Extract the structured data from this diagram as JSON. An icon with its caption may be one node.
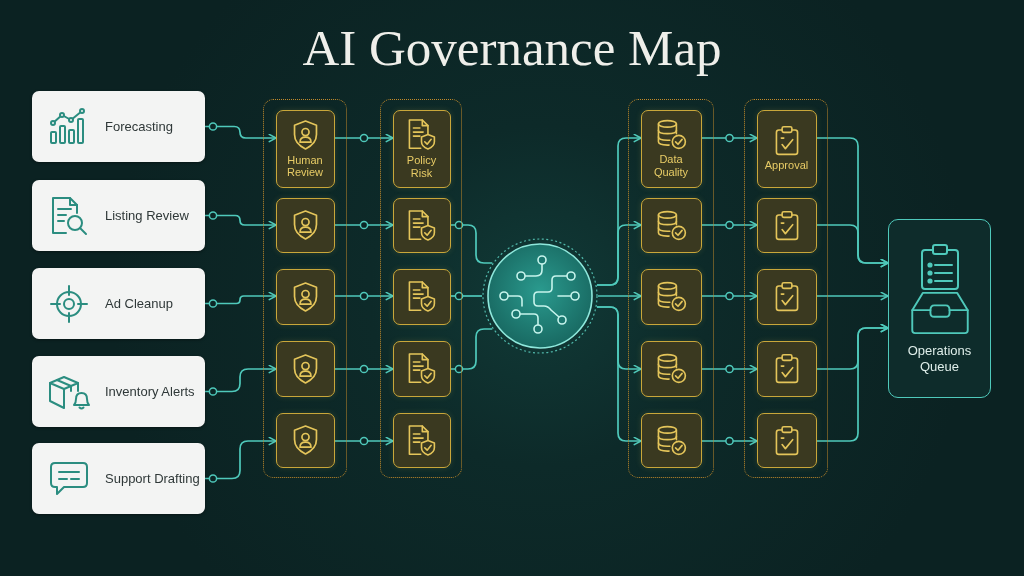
{
  "diagram": {
    "title": "AI Governance Map",
    "nodes": [
      {
        "text": [
          "Forecasting"
        ]
      },
      {
        "text": [
          "Listing Review"
        ]
      },
      {
        "text": [
          "Ad Cleanup"
        ]
      },
      {
        "text": [
          "Inventory Alerts"
        ]
      },
      {
        "text": [
          "Support Drafting"
        ]
      },
      {
        "text": [],
        "shape": "box"
      },
      {
        "text": [
          "Human Review"
        ],
        "in": 5
      },
      {
        "text": [],
        "shape": "box",
        "in": 5
      },
      {
        "text": [],
        "shape": "box",
        "in": 5
      },
      {
        "text": [],
        "shape": "box",
        "in": 5
      },
      {
        "text": [],
        "shape": "box",
        "in": 5
      },
      {
        "text": [],
        "shape": "box"
      },
      {
        "text": [
          "Policy Risk"
        ],
        "in": 11
      },
      {
        "text": [],
        "shape": "box",
        "in": 11
      },
      {
        "text": [],
        "shape": "box",
        "in": 11
      },
      {
        "text": [],
        "shape": "box",
        "in": 11
      },
      {
        "text": [],
        "shape": "box",
        "in": 11
      },
      {
        "text": [],
        "shape": "circle"
      },
      {
        "text": [],
        "shape": "box"
      },
      {
        "text": [
          "Data Quality"
        ],
        "in": 18
      },
      {
        "text": [],
        "shape": "box",
        "in": 18
      },
      {
        "text": [],
        "shape": "box",
        "in": 18
      },
      {
        "text": [],
        "shape": "box",
        "in": 18
      },
      {
        "text": [],
        "shape": "box",
        "in": 18
      },
      {
        "text": [],
        "shape": "box"
      },
      {
        "text": [
          "Approval"
        ],
        "in": 24
      },
      {
        "text": [],
        "shape": "box",
        "in": 24
      },
      {
        "text": [],
        "shape": "box",
        "in": 24
      },
      {
        "text": [],
        "shape": "box",
        "in": 24
      },
      {
        "text": [],
        "shape": "box",
        "in": 24
      },
      {
        "text": [
          "Operations Queue"
        ]
      }
    ],
    "edges": [
      {
        "from": 0,
        "to": 6,
        "arrow": "to"
      },
      {
        "from": 1,
        "to": 7,
        "arrow": "to"
      },
      {
        "from": 2,
        "to": 8,
        "arrow": "to"
      },
      {
        "from": 3,
        "to": 9,
        "arrow": "to"
      },
      {
        "from": 4,
        "to": 10,
        "arrow": "to"
      },
      {
        "from": 6,
        "to": 12,
        "arrow": "to"
      },
      {
        "from": 7,
        "to": 13,
        "arrow": "to"
      },
      {
        "from": 8,
        "to": 14,
        "arrow": "to"
      },
      {
        "from": 9,
        "to": 15,
        "arrow": "to"
      },
      {
        "from": 10,
        "to": 16,
        "arrow": "to"
      },
      {
        "from": 13,
        "to": 17,
        "arrow": "other"
      },
      {
        "from": 14,
        "to": 17,
        "arrow": "other"
      },
      {
        "from": 15,
        "to": 17,
        "arrow": "other"
      },
      {
        "from": 17,
        "to": 19,
        "arrow": "to"
      },
      {
        "from": 17,
        "to": 20,
        "arrow": "to"
      },
      {
        "from": 17,
        "to": 21,
        "arrow": "to"
      },
      {
        "from": 17,
        "to": 22,
        "arrow": "to"
      },
      {
        "from": 17,
        "to": 23,
        "arrow": "to"
      },
      {
        "from": 19,
        "to": 25,
        "arrow": "to"
      },
      {
        "from": 20,
        "to": 26,
        "arrow": "to"
      },
      {
        "from": 21,
        "to": 27,
        "arrow": "to"
      },
      {
        "from": 22,
        "to": 28,
        "arrow": "to"
      },
      {
        "from": 23,
        "to": 29,
        "arrow": "to"
      },
      {
        "from": 25,
        "to": 30,
        "arrow": "to"
      },
      {
        "from": 26,
        "to": 30,
        "arrow": "to"
      },
      {
        "from": 27,
        "to": 30,
        "arrow": "to"
      },
      {
        "from": 28,
        "to": 30,
        "arrow": "to"
      },
      {
        "from": 29,
        "to": 30,
        "arrow": "to"
      }
    ]
  }
}
